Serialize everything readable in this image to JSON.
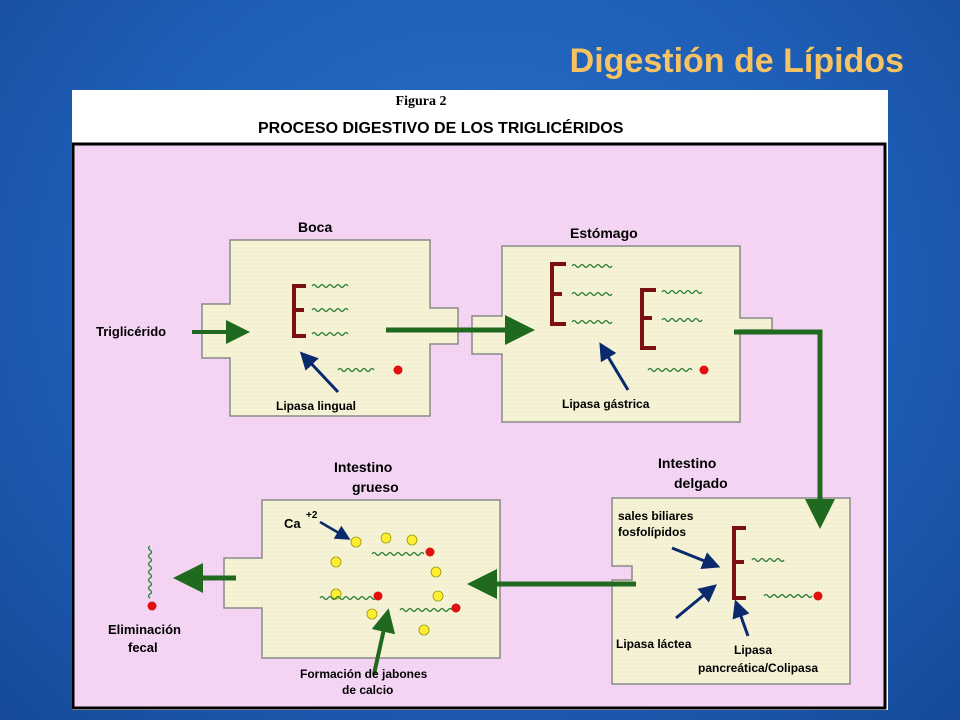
{
  "slide": {
    "title": "Digestión de Lípidos"
  },
  "figure": {
    "label": "Figura 2",
    "heading": "PROCESO DIGESTIVO DE LOS TRIGLICÉRIDOS"
  },
  "organs": {
    "boca": "Boca",
    "estomago": "Estómago",
    "intestino_delgado": [
      "Intestino",
      "delgado"
    ],
    "intestino_grueso": [
      "Intestino",
      "grueso"
    ]
  },
  "labels": {
    "trigliceridos": "Triglicérido",
    "lipasa_lingual": "Lipasa lingual",
    "lipasa_gastrica": "Lipasa gástrica",
    "sales_biliares": [
      "sales biliares",
      "fosfolípidos"
    ],
    "lipasa_lactea": "Lipasa láctea",
    "lipasa_pancreatica": [
      "Lipasa",
      "pancreática/Colipasa"
    ],
    "calcio": "Ca",
    "calcio_charge": "+2",
    "jabones": [
      "Formación de jabones",
      "de calcio"
    ],
    "eliminacion": [
      "Eliminación",
      "fecal"
    ]
  },
  "colors": {
    "background": "#1e5fb8",
    "slide_title": "#f6c264",
    "panel": "#f3d3f3",
    "box": "#f3efcf",
    "arrow_green": "#1f6a1f",
    "arrow_blue": "#0a2a6e",
    "glycerol": "#7a1010",
    "fatty_acid": "#1f7a2f",
    "dot_red": "#e01010",
    "dot_yellow": "#ffee33"
  }
}
